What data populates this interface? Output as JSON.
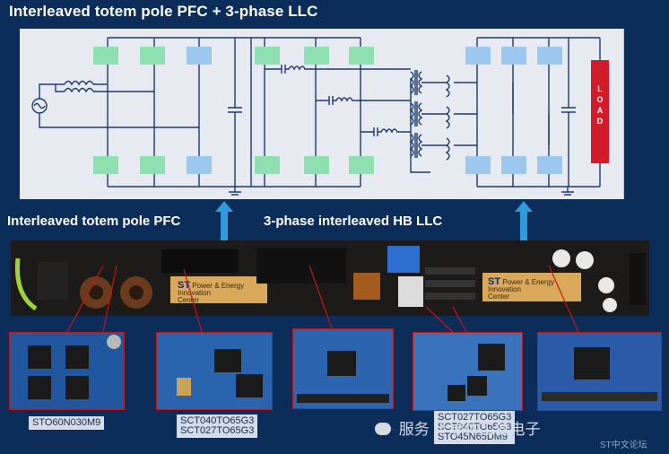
{
  "title": "Interleaved totem pole PFC + 3-phase LLC",
  "labels": {
    "pfc": "Interleaved totem pole PFC",
    "llc": "3-phase interleaved HB LLC"
  },
  "load_label": "LOAD",
  "photo_stickers": {
    "brand": "ST",
    "line1": "Power & Energy",
    "line2": "Innovation",
    "line3": "Center"
  },
  "parts": {
    "pfc_low": [
      "STO60N030M9"
    ],
    "pfc_high": [
      "SCT040TO65G3",
      "SCT027TO65G3"
    ],
    "llc_primary": [
      "SCT027TO65G3",
      "SCT040TO65G3",
      "STO45N65DM9"
    ]
  },
  "watermark": {
    "text": "服务 半导体工业电子",
    "sub": "ST中文论坛"
  },
  "colors": {
    "background": "#0c2c5a",
    "schematic_bg": "#e7eaf0",
    "wire": "#1e3a6e",
    "switch_green": "#8fe0b0",
    "switch_blue": "#9cc8f0",
    "arrow": "#2f9bdc",
    "load_red": "#d11a2a",
    "callout_red": "#c01818"
  }
}
